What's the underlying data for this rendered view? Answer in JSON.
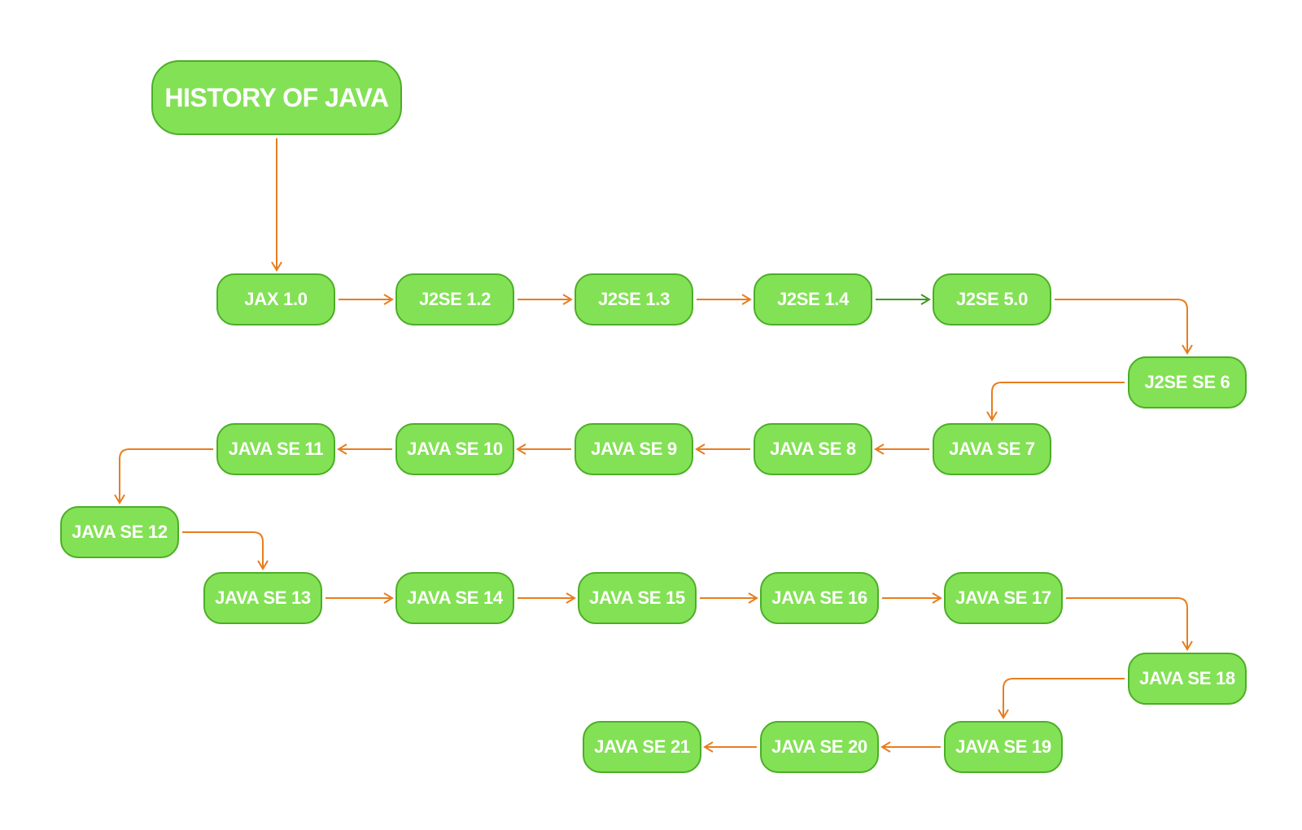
{
  "diagram": {
    "colors": {
      "node_fill": "#83e155",
      "node_border": "#4cae27",
      "node_text": "#ffffff",
      "connector": "#e87d1e",
      "connector_alt": "#3f9a1f"
    },
    "title": "HISTORY OF JAVA",
    "nodes": [
      {
        "id": "jax-1-0",
        "label": "JAX 1.0"
      },
      {
        "id": "j2se-1-2",
        "label": "J2SE 1.2"
      },
      {
        "id": "j2se-1-3",
        "label": "J2SE 1.3"
      },
      {
        "id": "j2se-1-4",
        "label": "J2SE 1.4"
      },
      {
        "id": "j2se-5-0",
        "label": "J2SE 5.0"
      },
      {
        "id": "j2se-se-6",
        "label": "J2SE SE 6"
      },
      {
        "id": "java-se-7",
        "label": "JAVA SE 7"
      },
      {
        "id": "java-se-8",
        "label": "JAVA SE 8"
      },
      {
        "id": "java-se-9",
        "label": "JAVA SE 9"
      },
      {
        "id": "java-se-10",
        "label": "JAVA SE 10"
      },
      {
        "id": "java-se-11",
        "label": "JAVA SE 11"
      },
      {
        "id": "java-se-12",
        "label": "JAVA SE 12"
      },
      {
        "id": "java-se-13",
        "label": "JAVA SE 13"
      },
      {
        "id": "java-se-14",
        "label": "JAVA SE 14"
      },
      {
        "id": "java-se-15",
        "label": "JAVA SE 15"
      },
      {
        "id": "java-se-16",
        "label": "JAVA SE 16"
      },
      {
        "id": "java-se-17",
        "label": "JAVA SE 17"
      },
      {
        "id": "java-se-18",
        "label": "JAVA SE 18"
      },
      {
        "id": "java-se-19",
        "label": "JAVA SE 19"
      },
      {
        "id": "java-se-20",
        "label": "JAVA SE 20"
      },
      {
        "id": "java-se-21",
        "label": "JAVA SE 21"
      }
    ],
    "edges": [
      {
        "from": "title",
        "to": "jax-1-0"
      },
      {
        "from": "jax-1-0",
        "to": "j2se-1-2"
      },
      {
        "from": "j2se-1-2",
        "to": "j2se-1-3"
      },
      {
        "from": "j2se-1-3",
        "to": "j2se-1-4"
      },
      {
        "from": "j2se-1-4",
        "to": "j2se-5-0",
        "color": "connector_alt"
      },
      {
        "from": "j2se-5-0",
        "to": "j2se-se-6"
      },
      {
        "from": "j2se-se-6",
        "to": "java-se-7"
      },
      {
        "from": "java-se-7",
        "to": "java-se-8"
      },
      {
        "from": "java-se-8",
        "to": "java-se-9"
      },
      {
        "from": "java-se-9",
        "to": "java-se-10"
      },
      {
        "from": "java-se-10",
        "to": "java-se-11"
      },
      {
        "from": "java-se-11",
        "to": "java-se-12"
      },
      {
        "from": "java-se-12",
        "to": "java-se-13"
      },
      {
        "from": "java-se-13",
        "to": "java-se-14"
      },
      {
        "from": "java-se-14",
        "to": "java-se-15"
      },
      {
        "from": "java-se-15",
        "to": "java-se-16"
      },
      {
        "from": "java-se-16",
        "to": "java-se-17"
      },
      {
        "from": "java-se-17",
        "to": "java-se-18"
      },
      {
        "from": "java-se-18",
        "to": "java-se-19"
      },
      {
        "from": "java-se-19",
        "to": "java-se-20"
      },
      {
        "from": "java-se-20",
        "to": "java-se-21"
      }
    ]
  }
}
